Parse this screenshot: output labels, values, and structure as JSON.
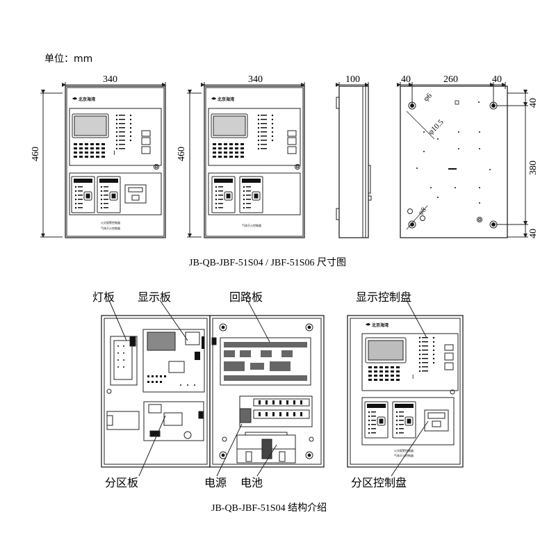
{
  "unit_label": "单位：mm",
  "top": {
    "front1_width": "340",
    "front1_height": "460",
    "front2_width": "340",
    "front2_height": "460",
    "side_depth": "100",
    "back_dims": {
      "left": "40",
      "middle": "260",
      "right": "40",
      "top_r": "40",
      "mid_r": "380",
      "bot_r": "40",
      "hole1": "φ6",
      "hole2": "φ10.5",
      "hole3": "φ8"
    },
    "caption": "JB-QB-JBF-51S04 / JBF-51S06 尺寸图"
  },
  "bottom": {
    "labels": {
      "lamp": "灯板",
      "display": "显示板",
      "loop": "回路板",
      "zone": "分区板",
      "power": "电源",
      "battery": "电池",
      "display_ctrl": "显示控制盘",
      "zone_ctrl": "分区控制盘"
    },
    "caption": "JB-QB-JBF-51S04 结构介绍"
  }
}
